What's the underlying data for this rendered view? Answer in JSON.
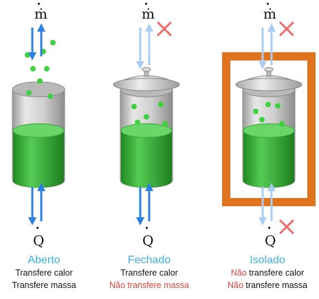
{
  "colors": {
    "arrow_active": "#2a7fe0",
    "arrow_faded": "#a9cdf3",
    "cross": "#f06a6a",
    "liquid": "#2fa82f",
    "particles": "#3fd13f",
    "insulation": "#e0731e",
    "title": "#3bb3e6",
    "negation": "#e8413a"
  },
  "symbols": {
    "mass_flow": "ṁ",
    "heat": "Q"
  },
  "systems": [
    {
      "title": "Aberto",
      "heat_line": {
        "prefix": "",
        "text": "Transfere calor"
      },
      "mass_line": {
        "prefix": "",
        "text": "Transfere massa"
      },
      "has_lid": false,
      "insulated": false,
      "mass_blocked": false,
      "heat_blocked": false
    },
    {
      "title": "Fechado",
      "heat_line": {
        "prefix": "",
        "text": "Transfere calor"
      },
      "mass_line": {
        "prefix": "Não transfere massa",
        "text": ""
      },
      "has_lid": true,
      "insulated": false,
      "mass_blocked": true,
      "heat_blocked": false
    },
    {
      "title": "Isolado",
      "heat_line": {
        "prefix": "Não",
        "text": " transfere calor"
      },
      "mass_line": {
        "prefix": "Não",
        "text": " transfere massa"
      },
      "has_lid": true,
      "insulated": true,
      "mass_blocked": true,
      "heat_blocked": true
    }
  ]
}
